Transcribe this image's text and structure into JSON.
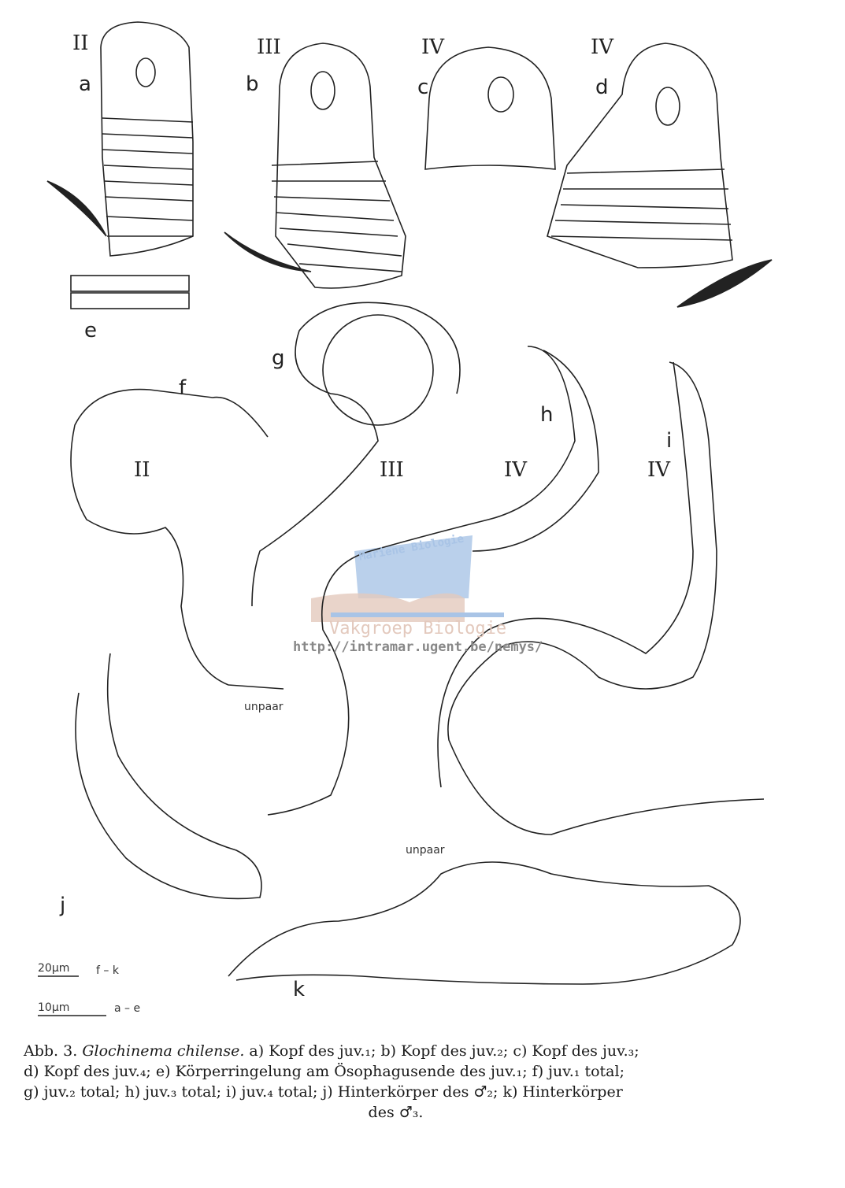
{
  "figure": {
    "panel_labels": {
      "a": "a",
      "b": "b",
      "c": "c",
      "d": "d",
      "e": "e",
      "f": "f",
      "g": "g",
      "h": "h",
      "i": "i",
      "j": "j",
      "k": "k"
    },
    "stage_labels": {
      "a": "II",
      "b": "III",
      "c": "IV",
      "d": "IV",
      "f": "II",
      "g": "III",
      "h": "IV",
      "i": "IV"
    },
    "annotations": {
      "unpaar_1": "unpaar",
      "unpaar_2": "unpaar"
    },
    "scale_bars": [
      {
        "value": "20µm",
        "range": "f – k"
      },
      {
        "value": "10µm",
        "range": "a – e"
      }
    ]
  },
  "watermark": {
    "top": "Mariene Biologie",
    "middle": "Vakgroep Biologie",
    "url": "http://intramar.ugent.be/nemys/",
    "colors": {
      "blue": "#a9c4e6",
      "tan": "#e3c9bd"
    }
  },
  "caption": {
    "prefix": "Abb. 3.",
    "species": "Glochinema chilense.",
    "line1": " a) Kopf des juv.₁; b) Kopf des juv.₂; c) Kopf des juv.₃;",
    "line2": "d) Kopf des juv.₄; e) Körperringelung am Ösophagusende des juv.₁; f) juv.₁ total;",
    "line3": "g) juv.₂ total; h) juv.₃ total; i) juv.₄ total; j) Hinterkörper des ♂₂; k) Hinterkörper",
    "line4": "des ♂₃."
  }
}
